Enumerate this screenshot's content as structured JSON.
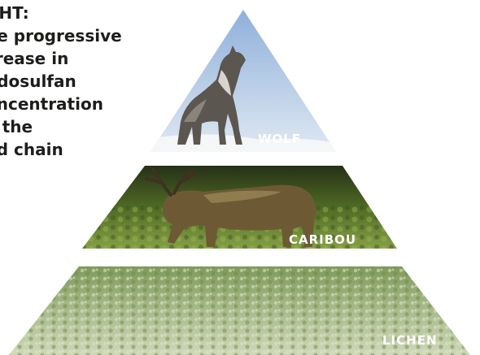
{
  "caption": {
    "lines": [
      "GHT:",
      "he progressive",
      "crease in",
      "ndosulfan",
      "oncentration",
      "o the",
      "od chain"
    ]
  },
  "tiers": {
    "top": {
      "label": "WOLF"
    },
    "middle": {
      "label": "CARIBOU"
    },
    "bottom": {
      "label": "LICHEN"
    }
  },
  "colors": {
    "text": "#1d1d1b",
    "label": "#ffffff",
    "sky": "#b9cde6",
    "wolf": "#5b5650",
    "caribou": "#6d5a34",
    "foliage": "#5e7a2e",
    "lichen": "#9db080"
  }
}
